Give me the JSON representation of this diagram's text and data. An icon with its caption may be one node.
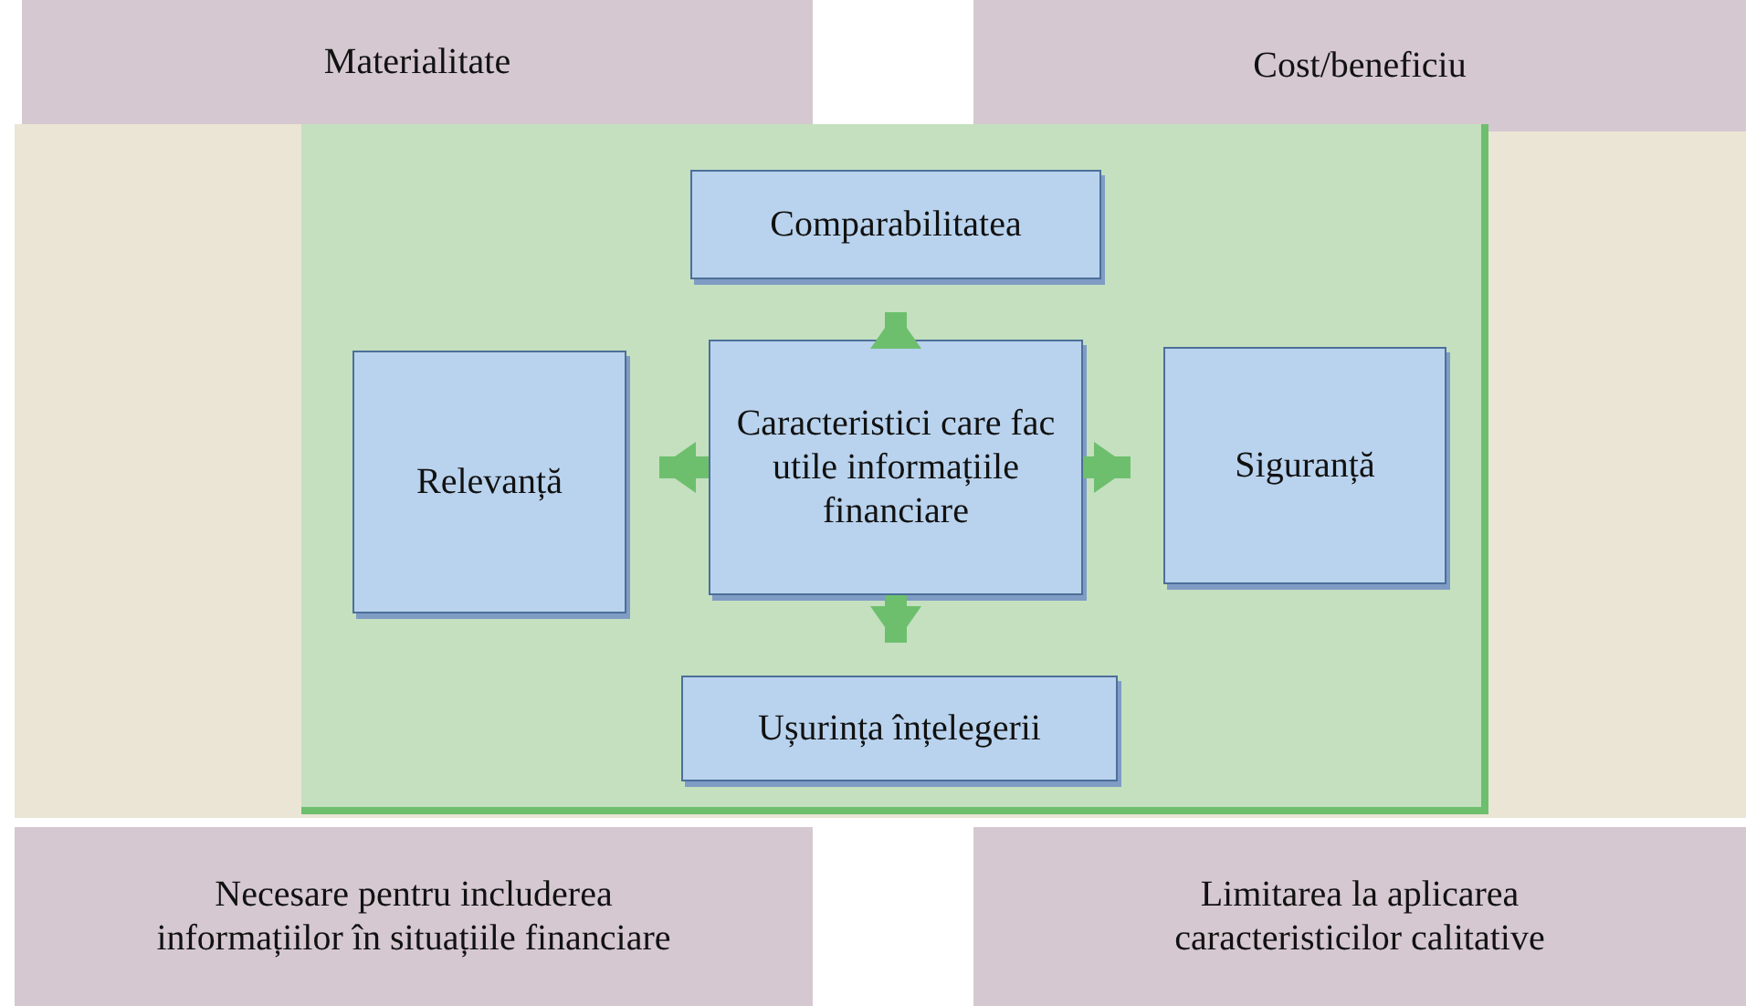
{
  "diagram": {
    "nodes": [
      {
        "text": [
          "Materialitate"
        ]
      },
      {
        "text": [
          "Cost/beneficiu"
        ]
      },
      {
        "text": [],
        "shape": "box"
      },
      {
        "text": [
          "Comparabilitatea"
        ],
        "in": 2
      },
      {
        "text": [
          "Relevanță"
        ],
        "in": 2
      },
      {
        "text": [
          "Caracteristici care fac utile informațiile financiare"
        ],
        "in": 2
      },
      {
        "text": [
          "Siguranță"
        ],
        "in": 2
      },
      {
        "text": [
          "Ușurința înțelegerii"
        ],
        "in": 2
      },
      {
        "text": [
          "Necesare pentru includerea informațiilor în situațiile financiare"
        ]
      },
      {
        "text": [
          "Limitarea la aplicarea caracteristicilor calitative"
        ]
      }
    ],
    "edges": [
      {
        "from": 5,
        "to": 3,
        "arrow": "to"
      },
      {
        "from": 5,
        "to": 4,
        "arrow": "to"
      },
      {
        "from": 5,
        "to": 6,
        "arrow": "to"
      },
      {
        "from": 5,
        "to": 7,
        "arrow": "to"
      }
    ]
  }
}
